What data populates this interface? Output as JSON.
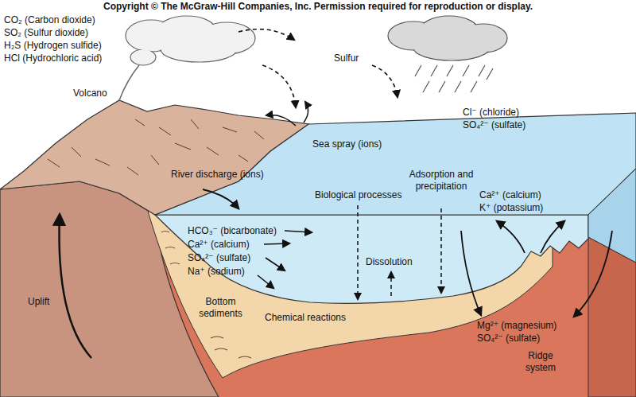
{
  "diagram": {
    "labels": [
      "Copyright © The McGraw-Hill Companies, Inc. Permission required for reproduction or display.",
      "CO₂ (Carbon dioxide)",
      "SO₂ (Sulfur dioxide)",
      "H₂S (Hydrogen sulfide)",
      "HCl (Hydrochloric acid)",
      "Volcano",
      "Sulfur",
      "Cl⁻ (chloride)",
      "SO₄²⁻ (sulfate)",
      "Sea spray (ions)",
      "River discharge (ions)",
      "Biological processes",
      "Adsorption and precipitation",
      "Ca²⁺ (calcium)",
      "K⁺ (potassium)",
      "HCO₃⁻ (bicarbonate)",
      "Ca²⁺ (calcium)",
      "SO₄²⁻ (sulfate)",
      "Na⁺ (sodium)",
      "Dissolution",
      "Uplift",
      "Bottom sediments",
      "Chemical reactions",
      "Mg²⁺ (magnesium)",
      "SO₄²⁻ (sulfate)",
      "Ridge system"
    ]
  }
}
